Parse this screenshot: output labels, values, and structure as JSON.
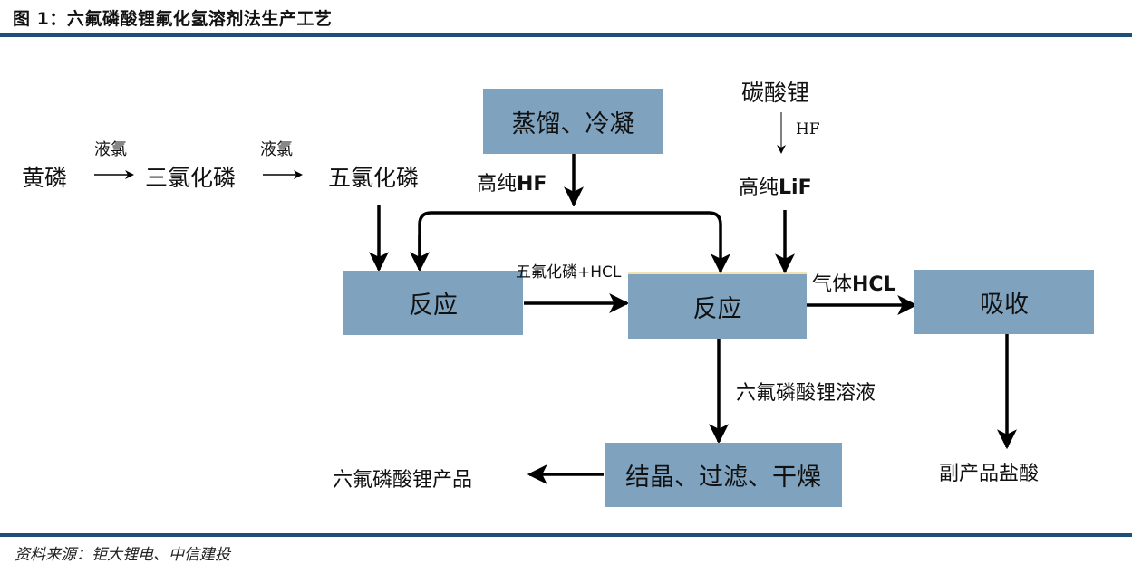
{
  "header": {
    "title": "图 1：六氟磷酸锂氟化氢溶剂法生产工艺"
  },
  "footer": {
    "source": "资料来源：钜大锂电、中信建投"
  },
  "diagram": {
    "inputs": {
      "yellow_phosphorus": "黄磷",
      "phosphorus_trichloride": "三氯化磷",
      "phosphorus_pentachloride": "五氯化磷",
      "lithium_carbonate": "碳酸锂"
    },
    "edge_labels": {
      "liquid_chlorine_1": "液氯",
      "liquid_chlorine_2": "液氯",
      "hf_small": "HF",
      "high_purity_hf_prefix": "高纯",
      "high_purity_hf_suffix": "HF",
      "high_purity_lif_prefix": "高纯",
      "high_purity_lif_suffix": "LiF",
      "pcl5_hcl": "五氟化磷+HCL",
      "gas_hcl_prefix": "气体",
      "gas_hcl_suffix": "HCL",
      "lipf6_solution": "六氟磷酸锂溶液"
    },
    "boxes": {
      "distill_condense": "蒸馏、冷凝",
      "reaction_1": "反应",
      "reaction_2": "反应",
      "absorption": "吸收",
      "crystallize_filter_dry": "结晶、过滤、干燥"
    },
    "outputs": {
      "lipf6_product": "六氟磷酸锂产品",
      "byproduct_hcl": "副产品盐酸"
    },
    "colors": {
      "box_fill": "#7fa3bf",
      "rule": "#1f4e79",
      "arrow": "#000000"
    }
  }
}
